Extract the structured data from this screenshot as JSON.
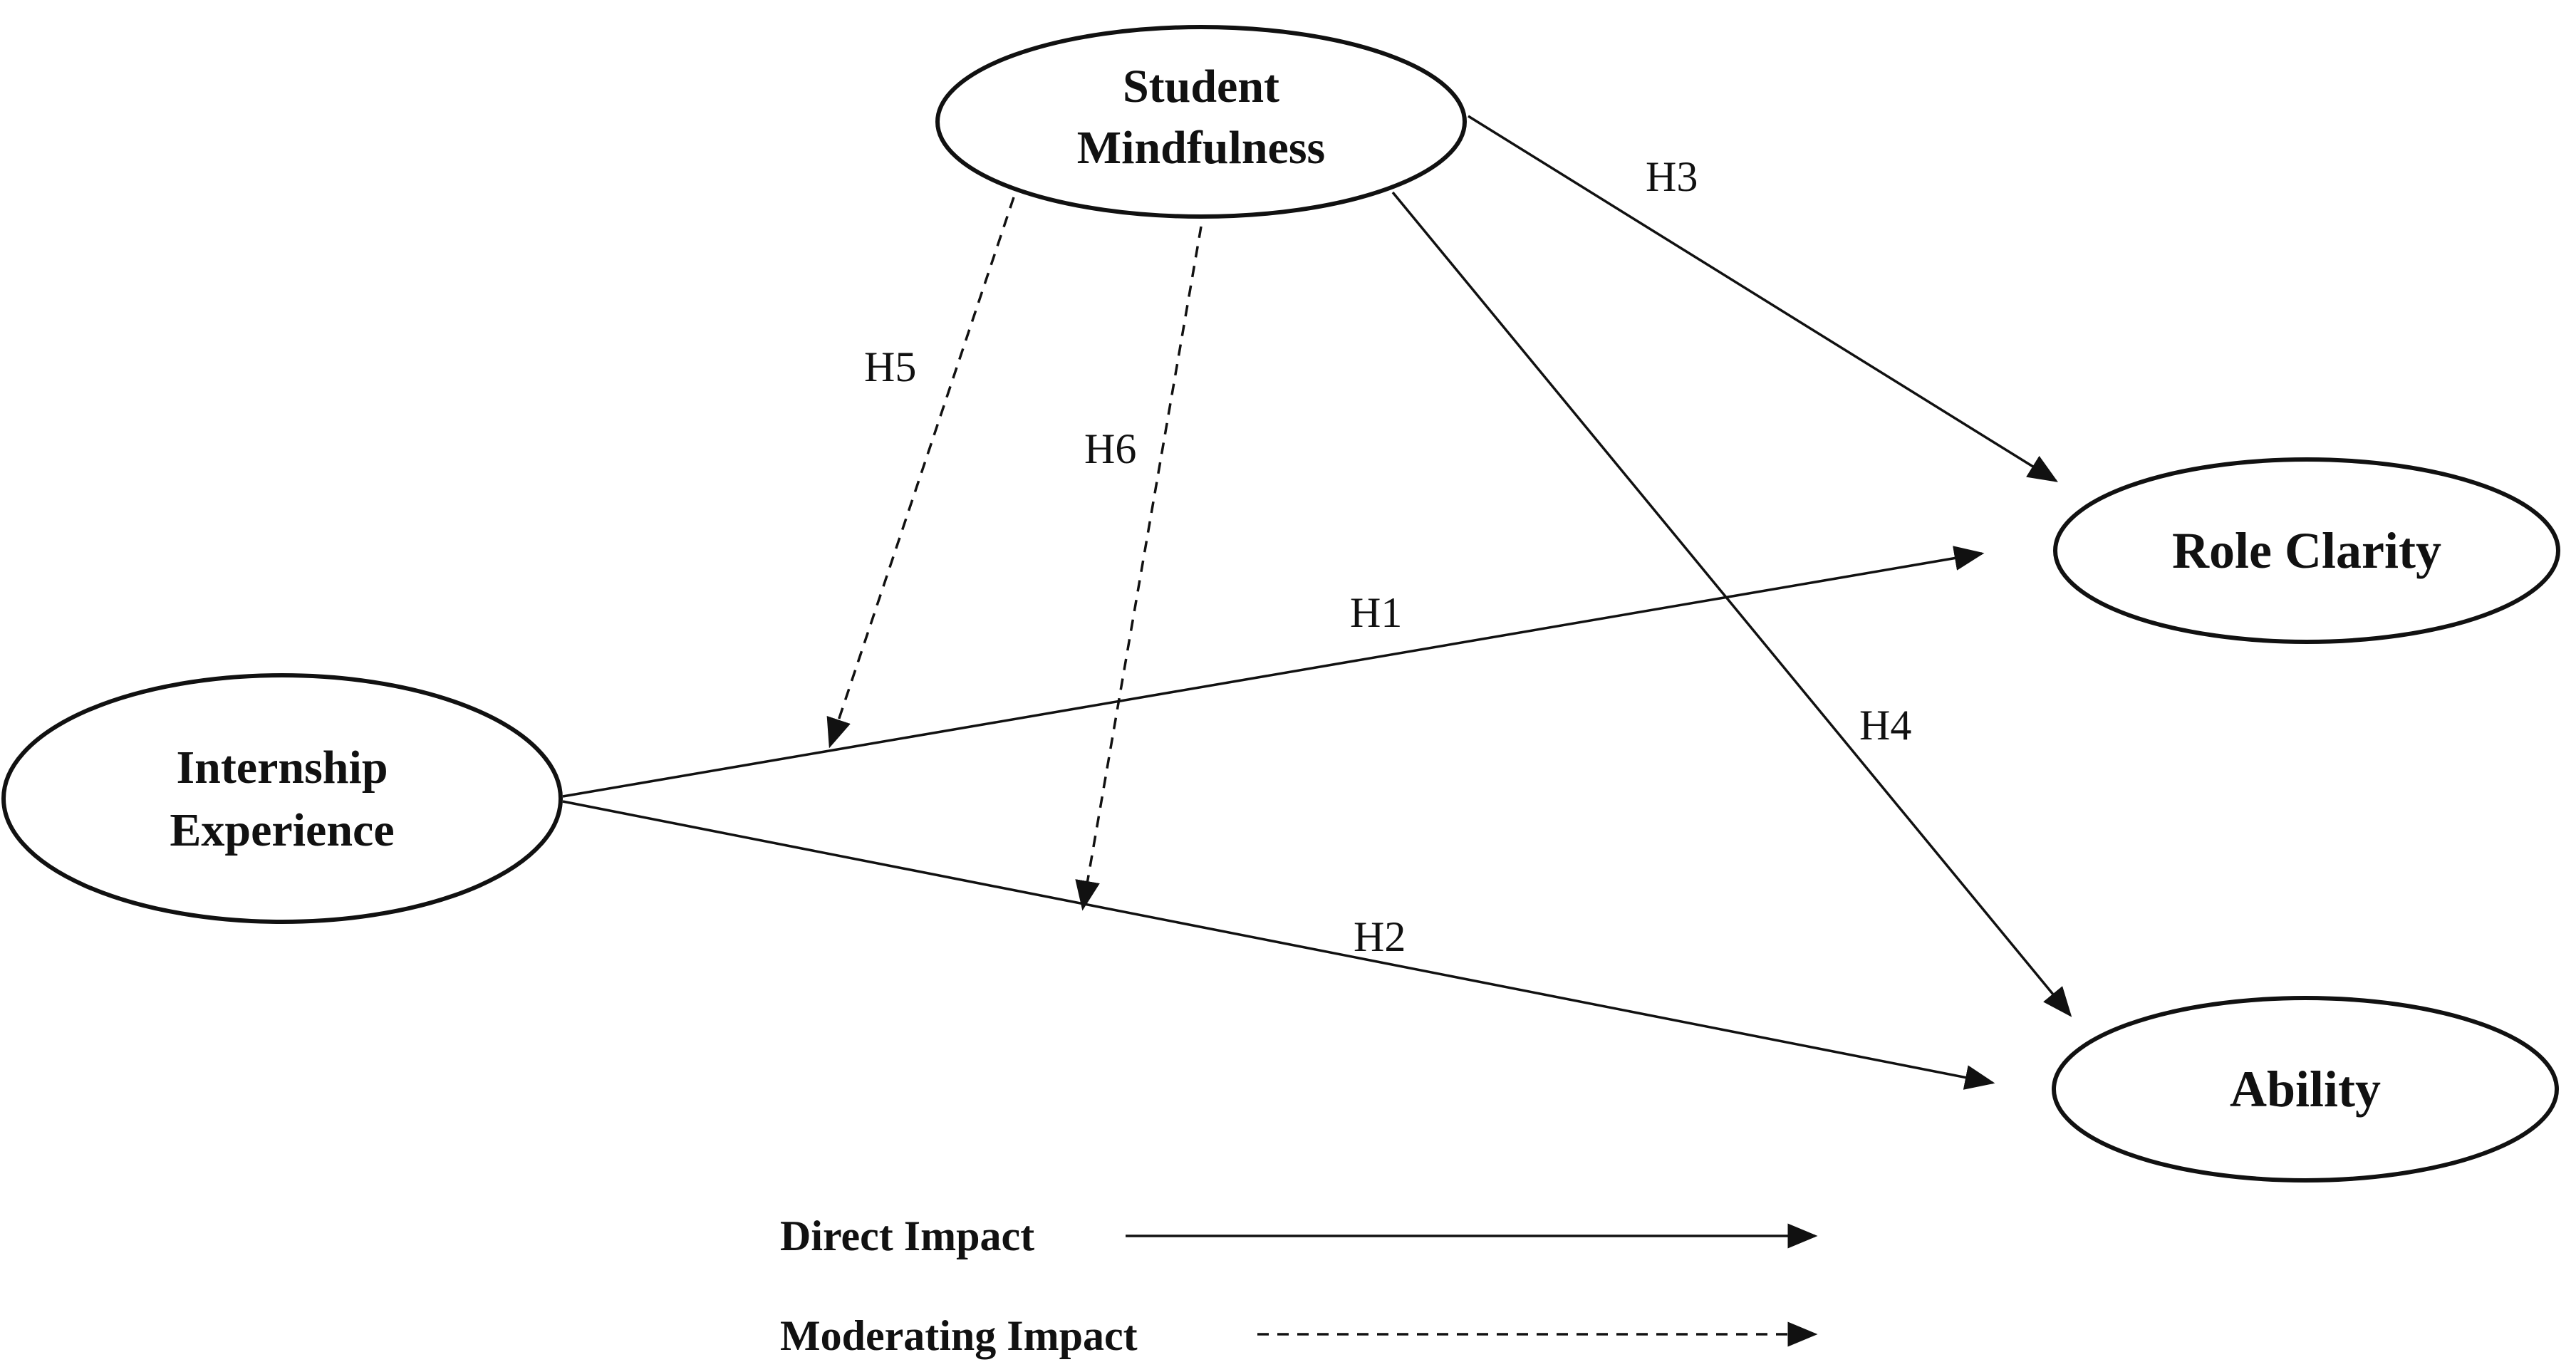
{
  "nodes": {
    "student_mindfulness": [
      "Student",
      "Mindfulness"
    ],
    "internship_experience": [
      "Internship",
      "Experience"
    ],
    "role_clarity": "Role Clarity",
    "ability": "Ability"
  },
  "edges": {
    "h1": "H1",
    "h2": "H2",
    "h3": "H3",
    "h4": "H4",
    "h5": "H5",
    "h6": "H6"
  },
  "legend": {
    "direct": "Direct Impact",
    "moderating": "Moderating Impact"
  }
}
